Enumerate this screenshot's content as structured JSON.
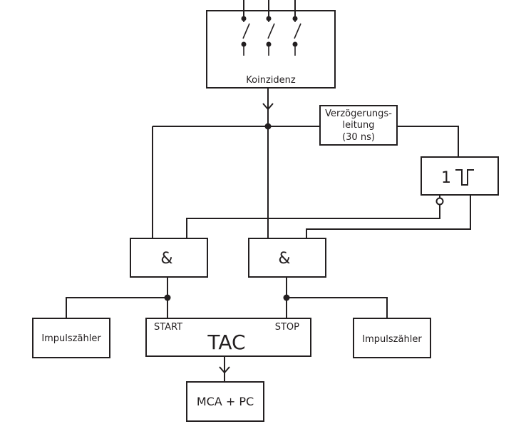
{
  "coincidence": {
    "label": "Koinzidenz"
  },
  "delay_line": {
    "line1": "Verzögerungs-",
    "line2": "leitung",
    "line3": "(30 ns)"
  },
  "monoflop": {
    "label": "1"
  },
  "and_gates": [
    {
      "label": "&"
    },
    {
      "label": "&"
    }
  ],
  "counters": [
    {
      "label": "Impulszähler"
    },
    {
      "label": "Impulszähler"
    }
  ],
  "tac": {
    "title": "TAC",
    "start_label": "START",
    "stop_label": "STOP"
  },
  "mca": {
    "label": "MCA + PC"
  },
  "colors": {
    "line": "#231f20",
    "background": "#ffffff"
  }
}
